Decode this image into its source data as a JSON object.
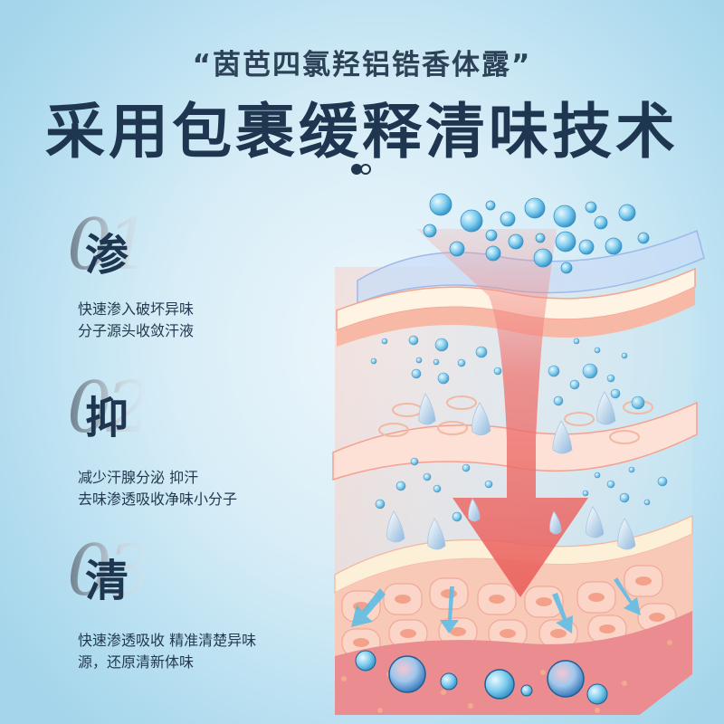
{
  "header": {
    "product_name": "“茵芭四氯羟铝锆香体露”",
    "headline": "采用包裹缓释清味技术",
    "pagination_dots": [
      "filled",
      "hollow"
    ]
  },
  "steps": [
    {
      "number": "01",
      "title": "渗",
      "description": [
        "快速渗入破坏异味",
        "分子源头收敛汗液"
      ]
    },
    {
      "number": "02",
      "title": "抑",
      "description": [
        "减少汗腺分泌 抑汗",
        "去味渗透吸收净味小分子"
      ]
    },
    {
      "number": "03",
      "title": "清",
      "description": [
        "快速渗透吸收 精准清楚异味",
        "源，还原清新体味"
      ]
    }
  ],
  "illustration": {
    "subject": "skin-layer-cross-section",
    "elements": [
      "water-bubbles",
      "transparent-top-layer",
      "skin-layers",
      "red-downward-arrow",
      "water-droplets",
      "cell-layer",
      "blue-small-arrows",
      "dermis-bubbles"
    ]
  },
  "colors": {
    "text_dark": "#1f3650",
    "background_light": "#eef7fc",
    "background_edge": "#a4d5ea",
    "skin_pink": "#f7b7a6",
    "dermis": "#ec8f93",
    "arrow_red": "#ef6f6c",
    "bubble_blue": "#6ec5ea"
  }
}
